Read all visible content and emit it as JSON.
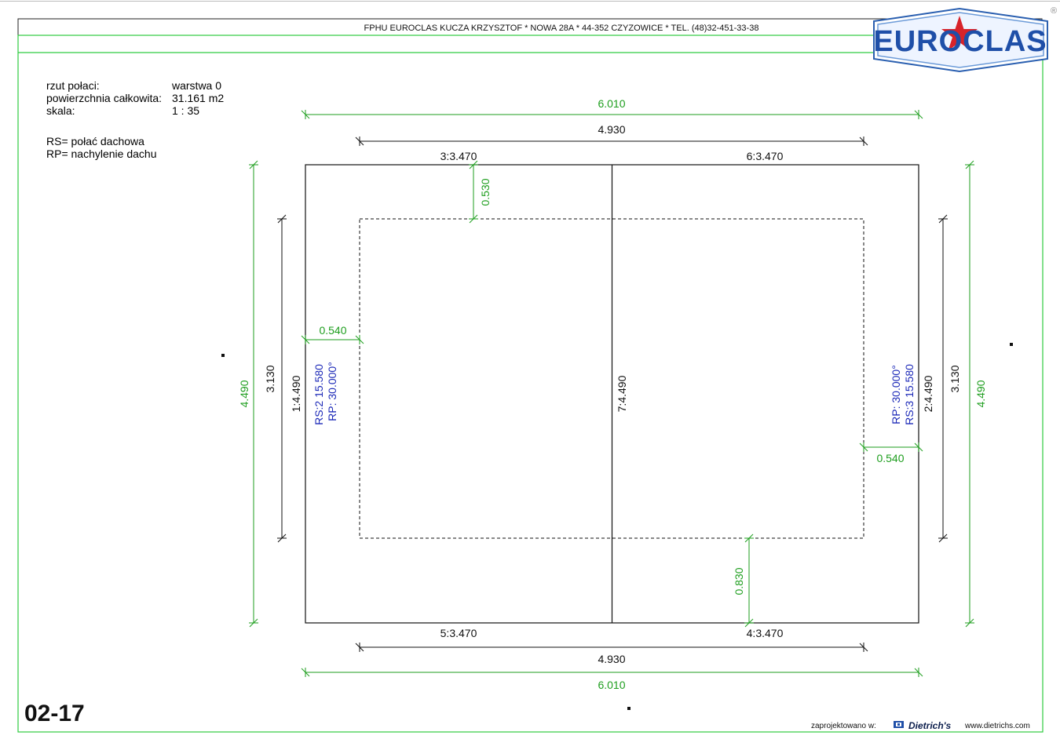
{
  "header": {
    "company_line": "FPHU EUROCLAS KUCZA KRZYSZTOF * NOWA 28A * 44-352 CZYZOWICE * TEL. (48)32-451-33-38",
    "logo_text": "EUROCLAS",
    "registered_mark": "®"
  },
  "info": {
    "roof_plan_label": "rzut połaci:",
    "roof_plan_value": "warstwa 0",
    "total_area_label": "powierzchnia całkowita:",
    "total_area_value": "31.161 m2",
    "scale_label": "skala:",
    "scale_value": "1 : 35",
    "legend_rs": "RS= połać dachowa",
    "legend_rp": "RP= nachylenie dachu"
  },
  "dimensions": {
    "top_overall": "6.010",
    "top_inner": "4.930",
    "edge_3": "3:3.470",
    "edge_6": "6:3.470",
    "edge_5": "5:3.470",
    "edge_4": "4:3.470",
    "bottom_inner": "4.930",
    "bottom_overall": "6.010",
    "left_overall": "4.490",
    "left_inner": "3.130",
    "edge_1": "1:4.490",
    "ridge_7": "7:4.490",
    "edge_2": "2:4.490",
    "right_inner": "3.130",
    "right_overall": "4.490",
    "overhang_top": "0.530",
    "overhang_left": "0.540",
    "overhang_right": "0.540",
    "overhang_bottom": "0.830"
  },
  "panels": {
    "left_rs": "RS:2   15.580",
    "left_rp": "RP:   30.000°",
    "right_rp": "RP:   30.000°",
    "right_rs": "RS:3   15.580"
  },
  "footer": {
    "drawing_code": "02-17",
    "designed_in": "zaprojektowano w:",
    "software": "Dietrich's",
    "website": "www.dietrichs.com"
  },
  "colors": {
    "dimension_green": "#1e9e1e",
    "annotation_blue": "#1d2ab8",
    "logo_blue": "#1f4fa8",
    "logo_red": "#d8232a"
  },
  "icons": [
    "euroclas-logo",
    "dietrichs-logo-icon"
  ]
}
